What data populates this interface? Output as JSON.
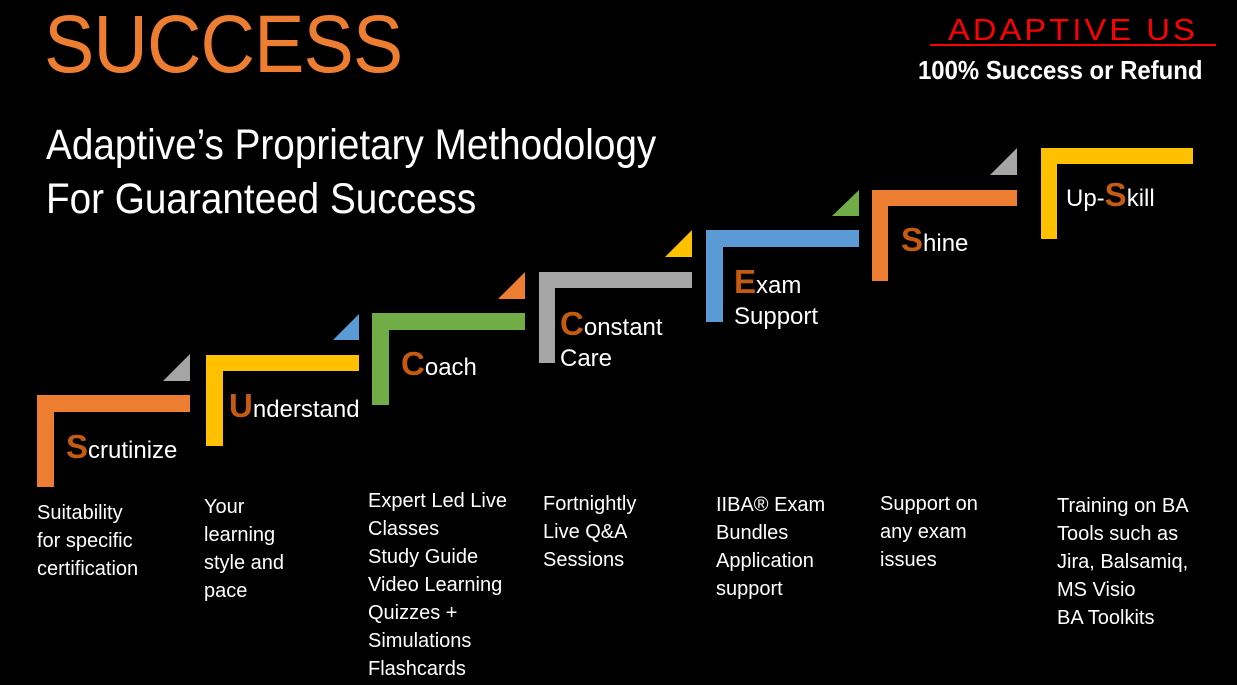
{
  "header": {
    "title": "SUCCESS",
    "subtitle_line1": "Adaptive’s Proprietary Methodology",
    "subtitle_line2": "For Guaranteed Success"
  },
  "brand": {
    "name": "ADAPTIVE US",
    "tagline": "100% Success or Refund",
    "color": "#FF0000"
  },
  "colors": {
    "background": "#000000",
    "title": "#ED7D31",
    "initial_letter": "#C55A11",
    "orange": "#ED7D31",
    "yellow": "#FFC000",
    "green": "#70AD47",
    "gray": "#A5A5A5",
    "blue": "#5B9BD5"
  },
  "steps": [
    {
      "initial": "S",
      "rest": "crutinize",
      "rest_line2": "",
      "color": "orange",
      "description": [
        "Suitability",
        "for specific",
        "certification"
      ]
    },
    {
      "initial": "U",
      "rest": "nderstand",
      "rest_line2": "",
      "color": "yellow",
      "description": [
        "Your",
        "learning",
        "style and",
        "pace"
      ]
    },
    {
      "initial": "C",
      "rest": "oach",
      "rest_line2": "",
      "color": "green",
      "description": [
        "Expert Led Live",
        "Classes",
        "Study Guide",
        "Video Learning",
        "Quizzes +",
        "Simulations",
        "Flashcards"
      ]
    },
    {
      "initial": "C",
      "rest": "onstant",
      "rest_line2": "Care",
      "color": "gray",
      "description": [
        "Fortnightly",
        "Live Q&A",
        "Sessions"
      ]
    },
    {
      "initial": "E",
      "rest": "xam",
      "rest_line2": "Support",
      "color": "blue",
      "description": [
        "IIBA® Exam",
        "Bundles",
        "Application",
        "support"
      ]
    },
    {
      "initial": "S",
      "rest": "hine",
      "rest_line2": "",
      "color": "orange",
      "description": [
        "Support on",
        "any exam",
        "issues"
      ]
    },
    {
      "prefix": "Up-",
      "initial": "S",
      "rest": "kill",
      "rest_line2": "",
      "color": "yellow",
      "description": [
        "Training on BA",
        "Tools such as",
        "Jira, Balsamiq,",
        "MS Visio",
        "BA Toolkits"
      ]
    }
  ],
  "connectors": [
    {
      "color": "gray"
    },
    {
      "color": "blue"
    },
    {
      "color": "orange"
    },
    {
      "color": "yellow"
    },
    {
      "color": "green"
    },
    {
      "color": "gray"
    }
  ]
}
